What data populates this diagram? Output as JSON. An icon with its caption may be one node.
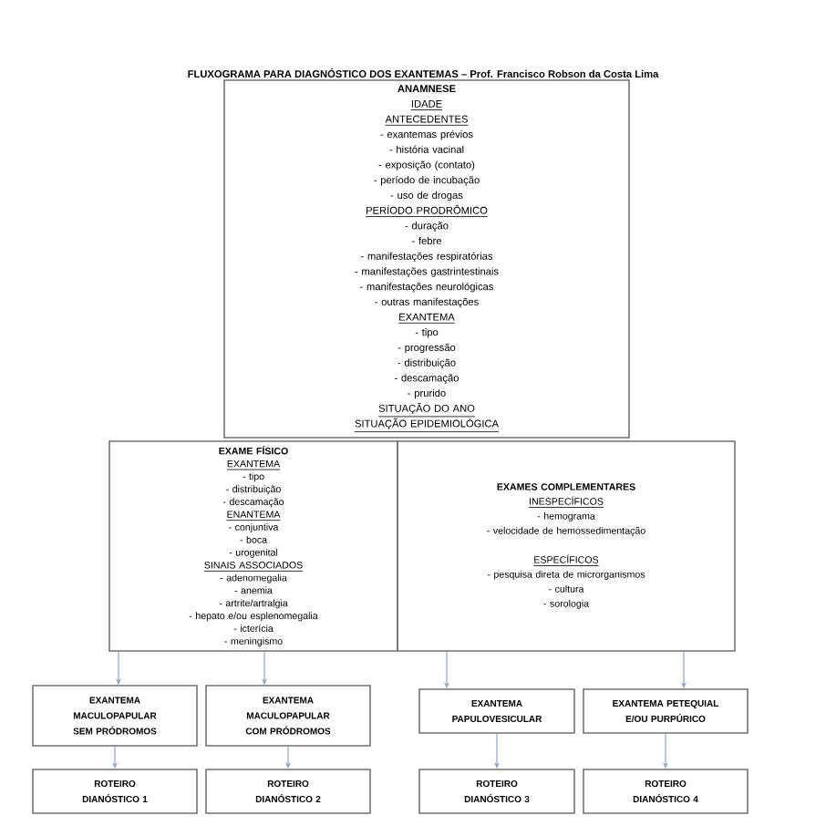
{
  "diagram": {
    "title": "FLUXOGRAMA PARA DIAGNÓSTICO DOS EXANTEMAS – Prof. Francisco Robson da Costa Lima",
    "nodes": [
      {
        "text": [
          "ANAMNESE",
          "IDADE",
          "ANTECEDENTES",
          "- exantemas prévios",
          "- história vacinal",
          "- exposição (contato)",
          "- período de incubação",
          "- uso de drogas",
          "PERÍODO PRODRÔMICO",
          "- duração",
          "- febre",
          "- manifestações respiratórias",
          "- manifestações gastrintestinais",
          "- manifestações neurológicas",
          "- outras manifestações",
          "EXANTEMA",
          "- tipo",
          "- progressão",
          "- distribuição",
          "- descamação",
          "- prurido",
          "SITUAÇÃO DO ANO",
          "SITUAÇÃO EPIDEMIOLÓGICA"
        ]
      },
      {
        "text": [
          "EXAME FÍSICO",
          "EXANTEMA",
          "- tipo",
          "- distribuição",
          "- descamação",
          "ENANTEMA",
          "- conjuntiva",
          "- boca",
          "- urogenital",
          "SINAIS ASSOCIADOS",
          "- adenomegalia",
          "- anemia",
          "- artrite/artralgia",
          "- hepato e/ou esplenomegalia",
          "- icterícia",
          "- meningismo"
        ]
      },
      {
        "text": [
          "EXAMES COMPLEMENTARES",
          "INESPECÍFICOS",
          "- hemograma",
          "- velocidade de hemossedimentação",
          "ESPECÍFICOS",
          "- pesquisa direta de microrganismos",
          "- cultura",
          "- sorologia"
        ]
      },
      {
        "text": [
          "EXANTEMA MACULOPAPULAR SEM PRÓDROMOS"
        ]
      },
      {
        "text": [
          "EXANTEMA MACULOPAPULAR COM PRÓDROMOS"
        ]
      },
      {
        "text": [
          "EXANTEMA PAPULOVESICULAR"
        ]
      },
      {
        "text": [
          "EXANTEMA PETEQUIAL E/OU PURPÚRICO"
        ]
      },
      {
        "text": [
          "ROTEIRO DIANÓSTICO 1"
        ]
      },
      {
        "text": [
          "ROTEIRO DIANÓSTICO 2"
        ]
      },
      {
        "text": [
          "ROTEIRO DIANÓSTICO 3"
        ]
      },
      {
        "text": [
          "ROTEIRO DIANÓSTICO 4"
        ]
      }
    ],
    "edges": [
      {
        "from": 1,
        "to": 3,
        "arrow": "to"
      },
      {
        "from": 1,
        "to": 4,
        "arrow": "to"
      },
      {
        "from": 2,
        "to": 5,
        "arrow": "to"
      },
      {
        "from": 2,
        "to": 6,
        "arrow": "to"
      },
      {
        "from": 3,
        "to": 7,
        "arrow": "to"
      },
      {
        "from": 4,
        "to": 8,
        "arrow": "to"
      },
      {
        "from": 5,
        "to": 9,
        "arrow": "to"
      },
      {
        "from": 6,
        "to": 10,
        "arrow": "to"
      }
    ]
  }
}
